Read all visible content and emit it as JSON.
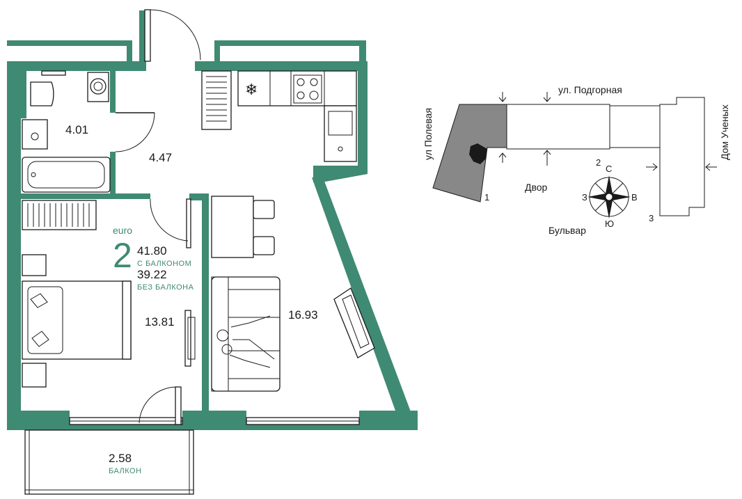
{
  "apartment": {
    "type_label": "euro",
    "rooms": "2",
    "total_area": "41.80",
    "total_area_caption": "С БАЛКОНОМ",
    "area_without_balcony": "39.22",
    "area_without_balcony_caption": "БЕЗ БАЛКОНА"
  },
  "rooms": {
    "bathroom": "4.01",
    "hallway": "4.47",
    "bedroom": "13.81",
    "living_kitchen": "16.93",
    "balcony": "2.58",
    "balcony_caption": "БАЛКОН"
  },
  "site_plan": {
    "street_top": "ул. Подгорная",
    "street_left": "ул Полевая",
    "street_right": "Дом Ученых",
    "courtyard": "Двор",
    "boulevard": "Бульвар",
    "building_1": "1",
    "building_2": "2",
    "building_3": "3",
    "compass": {
      "north": "С",
      "south": "Ю",
      "east": "В",
      "west": "З"
    }
  },
  "colors": {
    "wall": "#3f8a72",
    "building_highlight": "#888888",
    "text": "#1a1a1a"
  }
}
